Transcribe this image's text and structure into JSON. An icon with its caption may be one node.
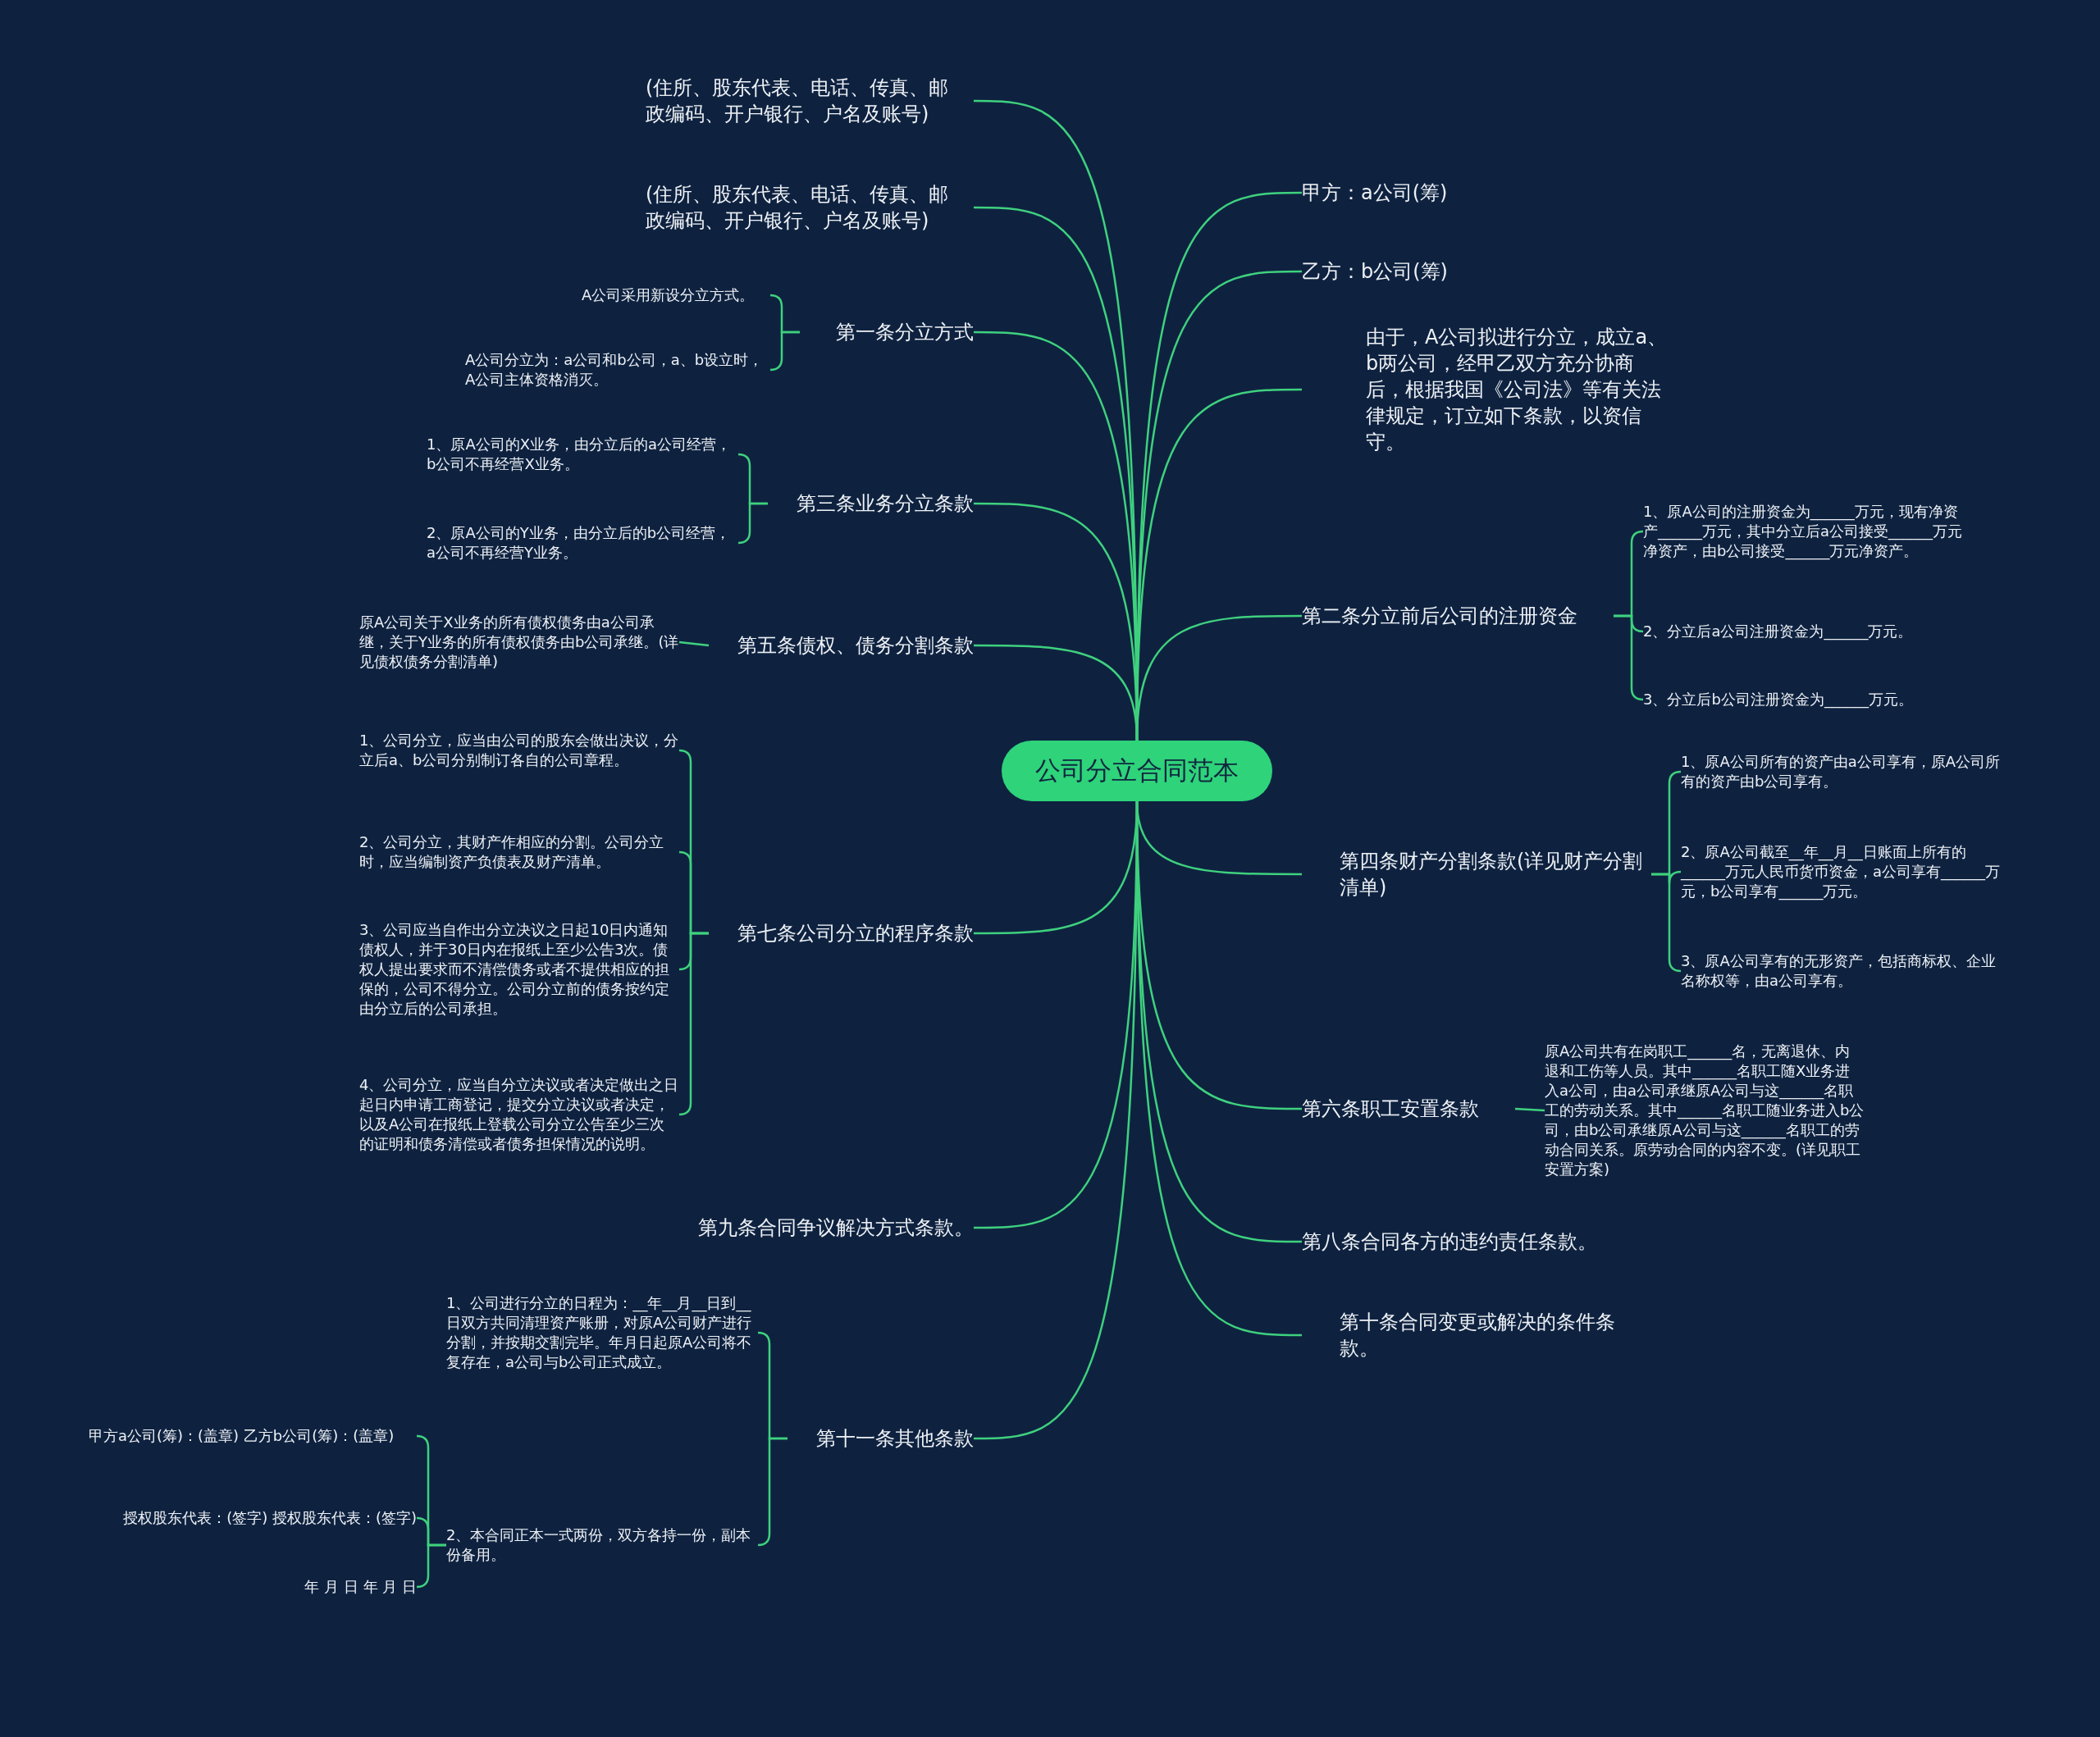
{
  "diagram": {
    "nodes": [
      {
        "text": [
          "公司分立合同范本"
        ]
      },
      {
        "text": [
          "(住所、股东代表、电话、传真、邮政编码、开户银行、户名及账号)"
        ]
      },
      {
        "text": [
          "(住所、股东代表、电话、传真、邮政编码、开户银行、户名及账号)"
        ]
      },
      {
        "text": [
          "第一条分立方式"
        ]
      },
      {
        "text": [
          "A公司采用新设分立方式。"
        ]
      },
      {
        "text": [
          "A公司分立为：a公司和b公司，a、b设立时，A公司主体资格消灭。"
        ]
      },
      {
        "text": [
          "第三条业务分立条款"
        ]
      },
      {
        "text": [
          "1、原A公司的X业务，由分立后的a公司经营，b公司不再经营X业务。"
        ]
      },
      {
        "text": [
          "2、原A公司的Y业务，由分立后的b公司经营，a公司不再经营Y业务。"
        ]
      },
      {
        "text": [
          "第五条债权、债务分割条款"
        ]
      },
      {
        "text": [
          "原A公司关于X业务的所有债权债务由a公司承继，关于Y业务的所有债权债务由b公司承继。(详见债权债务分割清单)"
        ]
      },
      {
        "text": [
          "第七条公司分立的程序条款"
        ]
      },
      {
        "text": [
          "1、公司分立，应当由公司的股东会做出决议，分立后a、b公司分别制订各自的公司章程。"
        ]
      },
      {
        "text": [
          "2、公司分立，其财产作相应的分割。公司分立时，应当编制资产负债表及财产清单。"
        ]
      },
      {
        "text": [
          "3、公司应当自作出分立决议之日起10日内通知债权人，并于30日内在报纸上至少公告3次。债权人提出要求而不清偿债务或者不提供相应的担保的，公司不得分立。公司分立前的债务按约定由分立后的公司承担。"
        ]
      },
      {
        "text": [
          "4、公司分立，应当自分立决议或者决定做出之日起日内申请工商登记，提交分立决议或者决定，以及A公司在报纸上登载公司分立公告至少三次的证明和债务清偿或者债务担保情况的说明。"
        ]
      },
      {
        "text": [
          "第九条合同争议解决方式条款。"
        ]
      },
      {
        "text": [
          "第十一条其他条款"
        ]
      },
      {
        "text": [
          "1、公司进行分立的日程为：__年__月__日到__日双方共同清理资产账册，对原A公司财产进行分割，并按期交割完毕。年月日起原A公司将不复存在，a公司与b公司正式成立。"
        ]
      },
      {
        "text": [
          "2、本合同正本一式两份，双方各持一份，副本份备用。"
        ]
      },
      {
        "text": [
          "甲方a公司(筹)：(盖章) 乙方b公司(筹)：(盖章)"
        ]
      },
      {
        "text": [
          "授权股东代表：(签字) 授权股东代表：(签字)"
        ]
      },
      {
        "text": [
          "年 月 日 年 月 日"
        ]
      },
      {
        "text": [
          "甲方：a公司(筹)"
        ]
      },
      {
        "text": [
          "乙方：b公司(筹)"
        ]
      },
      {
        "text": [
          "由于，A公司拟进行分立，成立a、b两公司，经甲乙双方充分协商后，根据我国《公司法》等有关法律规定，订立如下条款，以资信守。"
        ]
      },
      {
        "text": [
          "第二条分立前后公司的注册资金"
        ]
      },
      {
        "text": [
          "1、原A公司的注册资金为______万元，现有净资产______万元，其中分立后a公司接受______万元净资产，由b公司接受______万元净资产。"
        ]
      },
      {
        "text": [
          "2、分立后a公司注册资金为______万元。"
        ]
      },
      {
        "text": [
          "3、分立后b公司注册资金为______万元。"
        ]
      },
      {
        "text": [
          "第四条财产分割条款(详见财产分割清单)"
        ]
      },
      {
        "text": [
          "1、原A公司所有的资产由a公司享有，原A公司所有的资产由b公司享有。"
        ]
      },
      {
        "text": [
          "2、原A公司截至__年__月__日账面上所有的______万元人民币货币资金，a公司享有______万元，b公司享有______万元。"
        ]
      },
      {
        "text": [
          "3、原A公司享有的无形资产，包括商标权、企业名称权等，由a公司享有。"
        ]
      },
      {
        "text": [
          "第六条职工安置条款"
        ]
      },
      {
        "text": [
          "原A公司共有在岗职工______名，无离退休、内退和工伤等人员。其中______名职工随X业务进入a公司，由a公司承继原A公司与这______名职工的劳动关系。其中______名职工随业务进入b公司，由b公司承继原A公司与这______名职工的劳动合同关系。原劳动合同的内容不变。(详见职工安置方案)"
        ]
      },
      {
        "text": [
          "第八条合同各方的违约责任条款。"
        ]
      },
      {
        "text": [
          "第十条合同变更或解决的条件条款。"
        ]
      }
    ],
    "edges": [
      {
        "from": 0,
        "to": 1,
        "arrow": "none"
      },
      {
        "from": 0,
        "to": 2,
        "arrow": "none"
      },
      {
        "from": 0,
        "to": 3,
        "arrow": "none"
      },
      {
        "from": 3,
        "to": 4,
        "arrow": "none"
      },
      {
        "from": 3,
        "to": 5,
        "arrow": "none"
      },
      {
        "from": 0,
        "to": 6,
        "arrow": "none"
      },
      {
        "from": 6,
        "to": 7,
        "arrow": "none"
      },
      {
        "from": 6,
        "to": 8,
        "arrow": "none"
      },
      {
        "from": 0,
        "to": 9,
        "arrow": "none"
      },
      {
        "from": 9,
        "to": 10,
        "arrow": "none"
      },
      {
        "from": 0,
        "to": 11,
        "arrow": "none"
      },
      {
        "from": 11,
        "to": 12,
        "arrow": "none"
      },
      {
        "from": 11,
        "to": 13,
        "arrow": "none"
      },
      {
        "from": 11,
        "to": 14,
        "arrow": "none"
      },
      {
        "from": 11,
        "to": 15,
        "arrow": "none"
      },
      {
        "from": 0,
        "to": 16,
        "arrow": "none"
      },
      {
        "from": 0,
        "to": 17,
        "arrow": "none"
      },
      {
        "from": 17,
        "to": 18,
        "arrow": "none"
      },
      {
        "from": 17,
        "to": 19,
        "arrow": "none"
      },
      {
        "from": 19,
        "to": 20,
        "arrow": "none"
      },
      {
        "from": 19,
        "to": 21,
        "arrow": "none"
      },
      {
        "from": 19,
        "to": 22,
        "arrow": "none"
      },
      {
        "from": 0,
        "to": 23,
        "arrow": "none"
      },
      {
        "from": 0,
        "to": 24,
        "arrow": "none"
      },
      {
        "from": 0,
        "to": 25,
        "arrow": "none"
      },
      {
        "from": 0,
        "to": 26,
        "arrow": "none"
      },
      {
        "from": 26,
        "to": 27,
        "arrow": "none"
      },
      {
        "from": 26,
        "to": 28,
        "arrow": "none"
      },
      {
        "from": 26,
        "to": 29,
        "arrow": "none"
      },
      {
        "from": 0,
        "to": 30,
        "arrow": "none"
      },
      {
        "from": 30,
        "to": 31,
        "arrow": "none"
      },
      {
        "from": 30,
        "to": 32,
        "arrow": "none"
      },
      {
        "from": 30,
        "to": 33,
        "arrow": "none"
      },
      {
        "from": 0,
        "to": 34,
        "arrow": "none"
      },
      {
        "from": 34,
        "to": 35,
        "arrow": "none"
      },
      {
        "from": 0,
        "to": 36,
        "arrow": "none"
      },
      {
        "from": 0,
        "to": 37,
        "arrow": "none"
      }
    ]
  }
}
